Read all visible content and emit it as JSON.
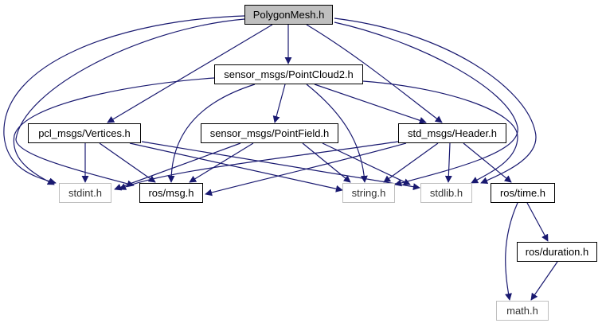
{
  "colors": {
    "edge": "#191970",
    "root_fill": "#bfbfbf",
    "system_border": "#bfbfbf"
  },
  "nodes": {
    "polygonmesh": "PolygonMesh.h",
    "pointcloud2": "sensor_msgs/PointCloud2.h",
    "vertices": "pcl_msgs/Vertices.h",
    "pointfield": "sensor_msgs/PointField.h",
    "header": "std_msgs/Header.h",
    "stdint": "stdint.h",
    "rosmsg": "ros/msg.h",
    "string": "string.h",
    "stdlib": "stdlib.h",
    "rostime": "ros/time.h",
    "duration": "ros/duration.h",
    "math": "math.h"
  },
  "edges": [
    [
      "polygonmesh",
      "stdint"
    ],
    [
      "polygonmesh",
      "rosmsg"
    ],
    [
      "polygonmesh",
      "pointcloud2"
    ],
    [
      "polygonmesh",
      "vertices"
    ],
    [
      "polygonmesh",
      "header"
    ],
    [
      "polygonmesh",
      "string"
    ],
    [
      "polygonmesh",
      "stdlib"
    ],
    [
      "pointcloud2",
      "stdint"
    ],
    [
      "pointcloud2",
      "rosmsg"
    ],
    [
      "pointcloud2",
      "pointfield"
    ],
    [
      "pointcloud2",
      "string"
    ],
    [
      "pointcloud2",
      "header"
    ],
    [
      "pointcloud2",
      "stdlib"
    ],
    [
      "vertices",
      "stdint"
    ],
    [
      "vertices",
      "rosmsg"
    ],
    [
      "vertices",
      "string"
    ],
    [
      "vertices",
      "stdlib"
    ],
    [
      "pointfield",
      "stdint"
    ],
    [
      "pointfield",
      "rosmsg"
    ],
    [
      "pointfield",
      "string"
    ],
    [
      "pointfield",
      "stdlib"
    ],
    [
      "header",
      "stdint"
    ],
    [
      "header",
      "rosmsg"
    ],
    [
      "header",
      "string"
    ],
    [
      "header",
      "stdlib"
    ],
    [
      "header",
      "rostime"
    ],
    [
      "rostime",
      "math"
    ],
    [
      "rostime",
      "duration"
    ],
    [
      "duration",
      "math"
    ]
  ]
}
